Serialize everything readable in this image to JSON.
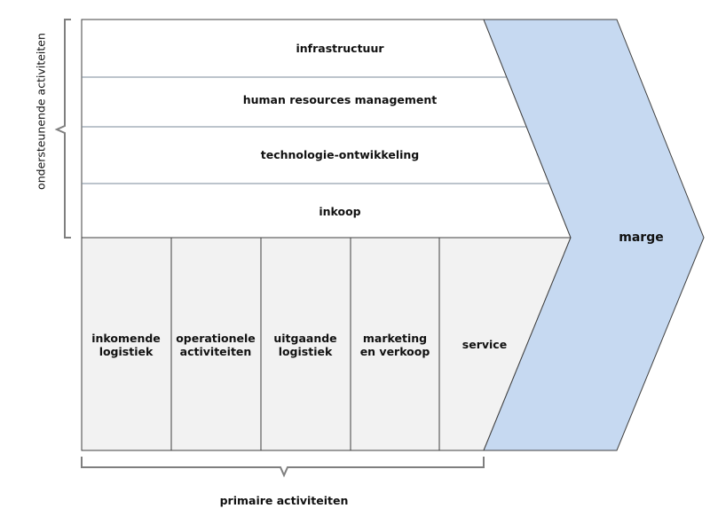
{
  "support": {
    "label": "ondersteunende activiteiten",
    "rows": [
      "infrastructuur",
      "human resources management",
      "technologie-ontwikkeling",
      "inkoop"
    ]
  },
  "primary": {
    "label": "primaire activiteiten",
    "columns": [
      [
        "inkomende",
        "logistiek"
      ],
      [
        "operationele",
        "activiteiten"
      ],
      [
        "uitgaande",
        "logistiek"
      ],
      [
        "marketing",
        "en verkoop"
      ],
      [
        "service"
      ]
    ]
  },
  "margin": {
    "label": "marge"
  },
  "colors": {
    "margin_fill": "#c6d9f1",
    "primary_fill": "#f2f2f2",
    "line": "#404040",
    "bracket": "#7f7f7f"
  }
}
